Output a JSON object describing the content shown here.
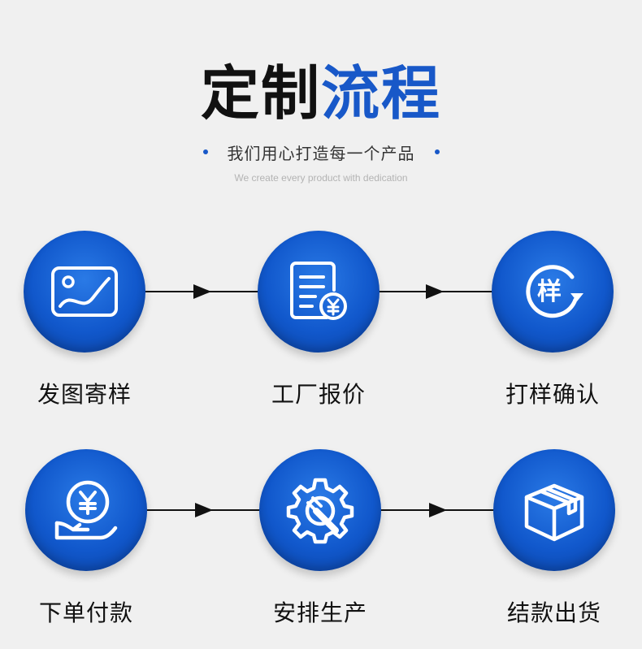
{
  "header": {
    "title_black": "定制",
    "title_blue": "流程",
    "subtitle": "我们用心打造每一个产品",
    "subtitle_en": "We create every product with dedication"
  },
  "colors": {
    "accent": "#1858c8",
    "background": "#f0f0f0",
    "text": "#111111"
  },
  "steps": [
    {
      "label": "发图寄样",
      "icon": "image-icon"
    },
    {
      "label": "工厂报价",
      "icon": "quote-document-icon"
    },
    {
      "label": "打样确认",
      "icon": "sample-refresh-icon",
      "icon_text": "样"
    },
    {
      "label": "下单付款",
      "icon": "payment-hand-icon"
    },
    {
      "label": "安排生产",
      "icon": "gear-wrench-icon"
    },
    {
      "label": "结款出货",
      "icon": "package-box-icon"
    }
  ]
}
